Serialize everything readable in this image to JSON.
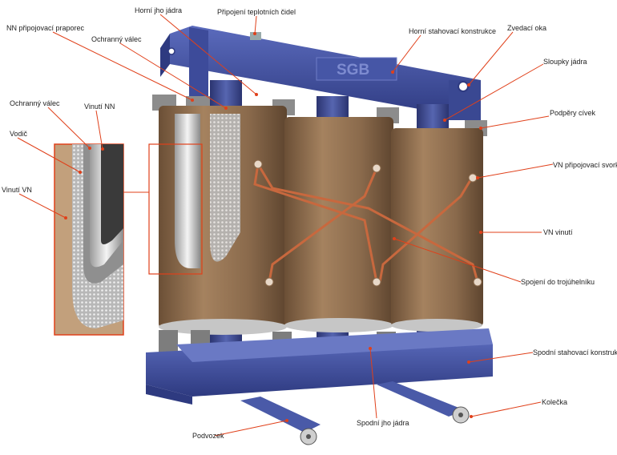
{
  "diagram": {
    "colors": {
      "frame": "#4a5aa8",
      "frame_dark": "#2e3a80",
      "coil": "#8a6a4c",
      "coil_dark": "#6b4f36",
      "leader": "#e0401a",
      "copper": "#c8683e"
    },
    "brand": "SGB",
    "labels": {
      "nn_pripojovaci_praporec": "NN připojovací praporec",
      "horni_jho_jadra": "Horní jho jádra",
      "pripojeni_teplotnich_cidel": "Připojení teplotních čidel",
      "ochranny_valec_top": "Ochranný válec",
      "horni_stahovaci_konstrukce": "Horní stahovací konstrukce",
      "zvedaci_oka": "Zvedací oka",
      "sloupky_jadra": "Sloupky jádra",
      "podpery_civek": "Podpěry cívek",
      "ochranny_valec_inset": "Ochranný válec",
      "vinuti_nn": "Vinutí NN",
      "vodic": "Vodič",
      "vinuti_vn_inset": "Vinutí VN",
      "vn_pripojovaci_svorky": "VN připojovací svorky",
      "vn_vinuti": "VN vinutí",
      "spojeni_do_trojuhelniku": "Spojení do trojúhelníku",
      "spodni_stahovaci_konstrukce": "Spodní stahovací konstrukce",
      "kolecka": "Kolečka",
      "podvozek": "Podvozek",
      "spodni_jho_jadra": "Spodní jho jádra"
    }
  }
}
